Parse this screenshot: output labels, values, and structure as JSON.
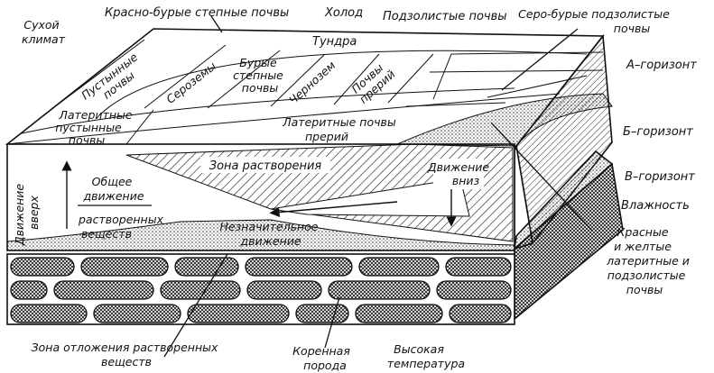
{
  "labels": {
    "dry_climate": [
      "Сухой",
      "климат"
    ],
    "red_brown_steppe": "Красно-бурые степные почвы",
    "cold": "Холод",
    "podzolic": "Подзолистые почвы",
    "gray_brown_podzolic": [
      "Серо-бурые подзолистые",
      "почвы"
    ],
    "tundra": "Тундра",
    "desert_soils": [
      "Пустынные",
      "почвы"
    ],
    "serozems": "Сероземы",
    "brown_steppe": [
      "Бурые",
      "степные",
      "почвы"
    ],
    "chernozem": "Чернозем",
    "prairie_soils": [
      "Почвы",
      "прерий"
    ],
    "a_horizon": "А–горизонт",
    "b_horizon": "Б–горизонт",
    "c_horizon": "В–горизонт",
    "humidity": "Влажность",
    "lateritic_desert": [
      "Латеритные",
      "пустынные",
      "почвы"
    ],
    "lateritic_prairie": [
      "Латеритные почвы",
      "прерий"
    ],
    "dissolution_zone": "Зона растворения",
    "movement_down": [
      "Движение",
      "вниз"
    ],
    "movement_up": [
      "Движение",
      "вверх"
    ],
    "general_movement": [
      "Общее",
      "движение"
    ],
    "dissolved_substances": [
      "растворенных",
      "веществ"
    ],
    "insignificant_movement": [
      "Незначительное",
      "движение"
    ],
    "red_yellow": [
      "Красные",
      "и желтые",
      "латеритные и",
      "подзолистые",
      "почвы"
    ],
    "deposition_zone": [
      "Зона отложения растворенных",
      "веществ"
    ],
    "bedrock": [
      "Коренная",
      "порода"
    ],
    "high_temp": [
      "Высокая",
      "температура"
    ]
  }
}
